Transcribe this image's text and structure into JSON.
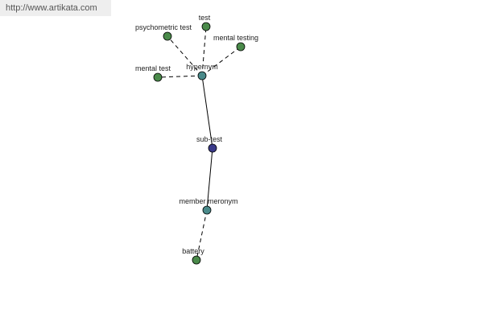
{
  "source_url": "http://www.artikata.com",
  "colors": {
    "leaf_node": "#4a8a4a",
    "relation_node": "#4a8a8a",
    "center_node": "#3a3a8a"
  },
  "nodes": {
    "center": {
      "label": "sub-test",
      "kind": "center"
    },
    "hypernym": {
      "label": "hypernym",
      "kind": "relation"
    },
    "member_meronym": {
      "label": "member meronym",
      "kind": "relation"
    },
    "test": {
      "label": "test",
      "kind": "leaf"
    },
    "psychometric_test": {
      "label": "psychometric test",
      "kind": "leaf"
    },
    "mental_testing": {
      "label": "mental testing",
      "kind": "leaf"
    },
    "mental_test": {
      "label": "mental test",
      "kind": "leaf"
    },
    "battery": {
      "label": "battery",
      "kind": "leaf"
    }
  },
  "edges": [
    {
      "from": "center",
      "to": "hypernym",
      "style": "solid"
    },
    {
      "from": "center",
      "to": "member_meronym",
      "style": "solid"
    },
    {
      "from": "hypernym",
      "to": "test",
      "style": "dashed"
    },
    {
      "from": "hypernym",
      "to": "psychometric_test",
      "style": "dashed"
    },
    {
      "from": "hypernym",
      "to": "mental_testing",
      "style": "dashed"
    },
    {
      "from": "hypernym",
      "to": "mental_test",
      "style": "dashed"
    },
    {
      "from": "member_meronym",
      "to": "battery",
      "style": "dashed"
    }
  ]
}
